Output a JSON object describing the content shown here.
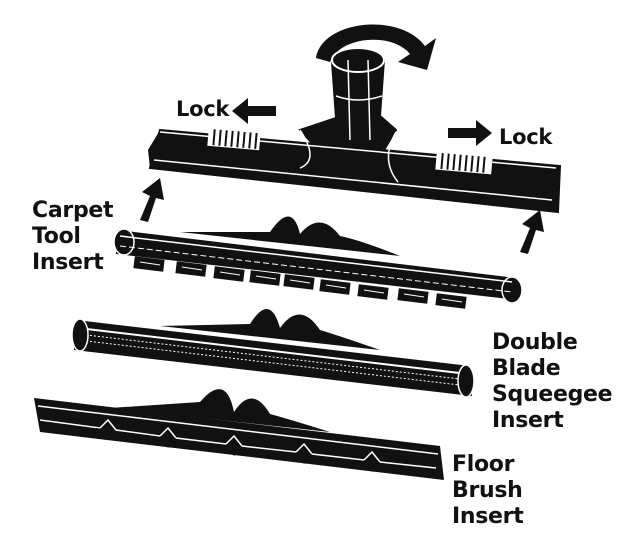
{
  "labels": {
    "lock_left": "Lock",
    "lock_right": "Lock",
    "carpet_tool_insert": [
      "Carpet",
      "Tool",
      "Insert"
    ],
    "double_blade_squeegee_insert": [
      "Double",
      "Blade",
      "Squeegee",
      "Insert"
    ],
    "floor_brush_insert": [
      "Floor",
      "Brush",
      "Insert"
    ]
  },
  "colors": {
    "ink": "#111111",
    "paper": "#ffffff"
  },
  "icons": [
    "rotate-arrow-icon",
    "lock-left-arrow-icon",
    "lock-right-arrow-icon",
    "insert-up-arrow-icon"
  ]
}
